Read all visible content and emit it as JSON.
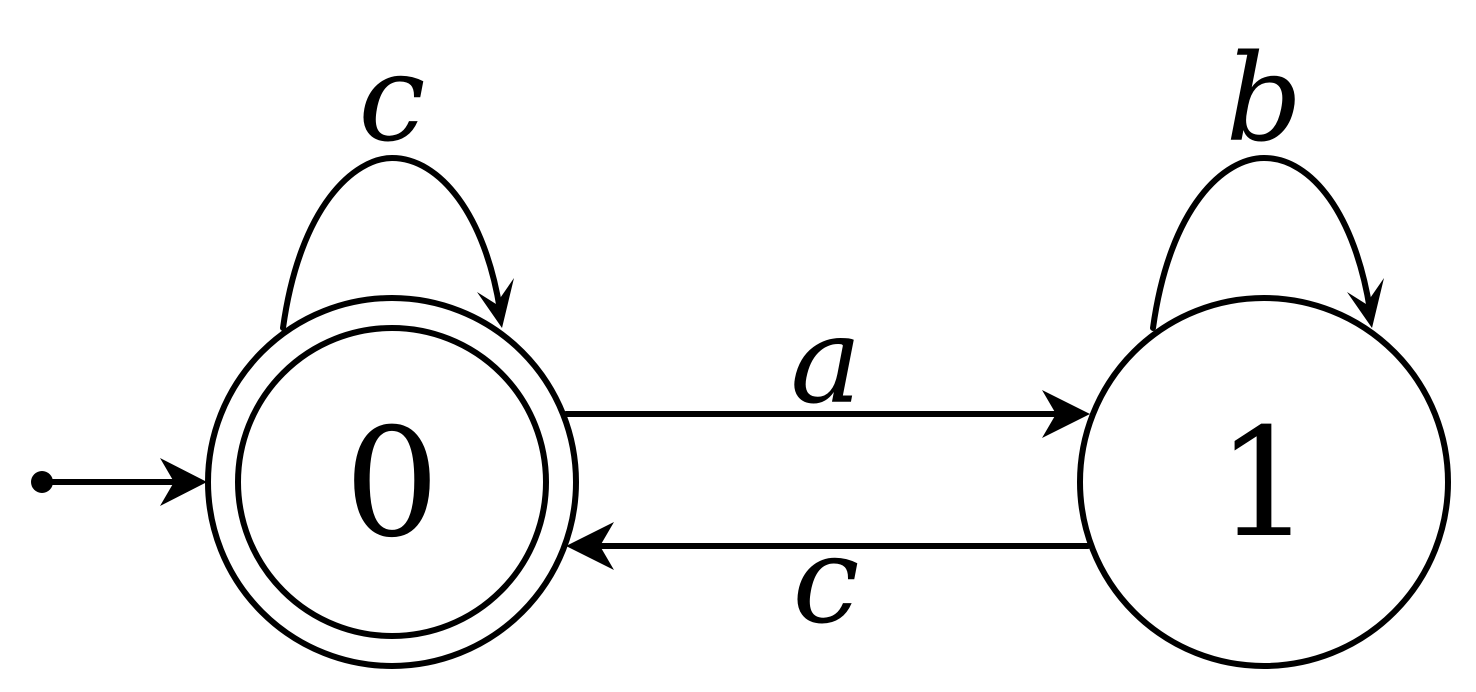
{
  "automaton": {
    "states": [
      {
        "id": "0",
        "label": "0",
        "initial": true,
        "accepting": true
      },
      {
        "id": "1",
        "label": "1",
        "initial": false,
        "accepting": false
      }
    ],
    "transitions": [
      {
        "from": "0",
        "to": "0",
        "symbol": "c"
      },
      {
        "from": "0",
        "to": "1",
        "symbol": "a"
      },
      {
        "from": "1",
        "to": "1",
        "symbol": "b"
      },
      {
        "from": "1",
        "to": "0",
        "symbol": "c"
      }
    ]
  },
  "colors": {
    "stroke": "#000000",
    "background": "#ffffff"
  }
}
